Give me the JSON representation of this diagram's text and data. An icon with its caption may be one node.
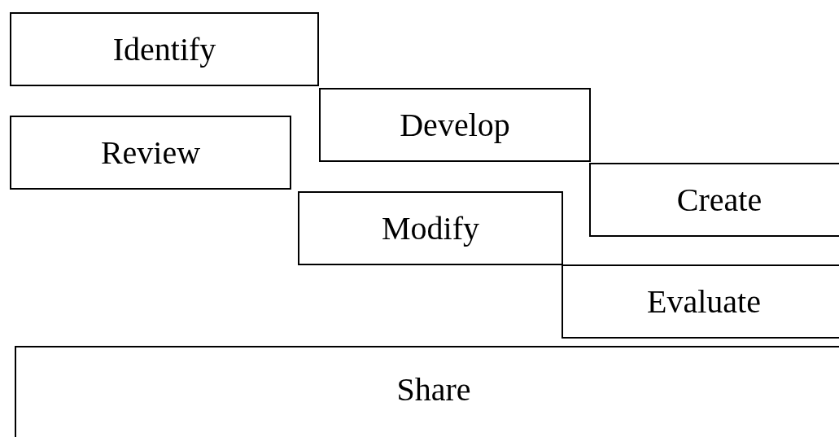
{
  "diagram": {
    "nodes": [
      {
        "text": [
          "Identify"
        ]
      },
      {
        "text": [
          "Develop"
        ]
      },
      {
        "text": [
          "Review"
        ]
      },
      {
        "text": [
          "Create"
        ]
      },
      {
        "text": [
          "Modify"
        ]
      },
      {
        "text": [
          "Evaluate"
        ]
      },
      {
        "text": [
          "Share"
        ]
      }
    ]
  }
}
